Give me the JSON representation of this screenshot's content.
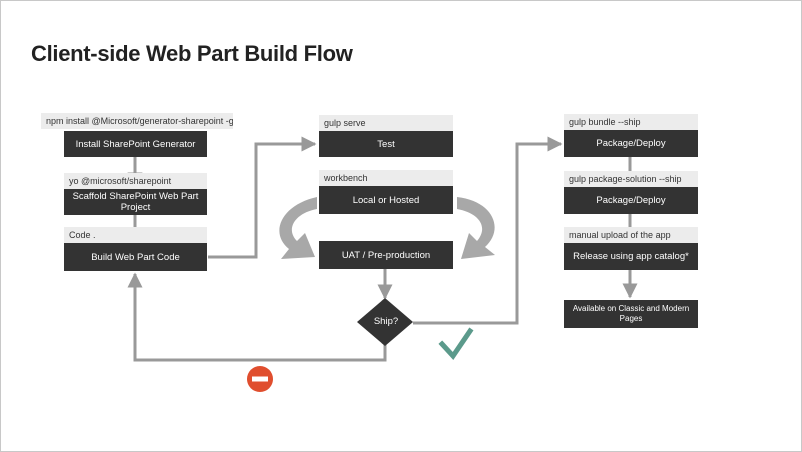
{
  "title": "Client-side Web Part Build Flow",
  "steps": {
    "install_cmd": "npm install @Microsoft/generator-sharepoint -g",
    "install": "Install SharePoint Generator",
    "scaffold_cmd": "yo @microsoft/sharepoint",
    "scaffold": "Scaffold SharePoint Web Part Project",
    "code_cmd": "Code .",
    "build": "Build Web Part Code",
    "serve_cmd": "gulp serve",
    "test": "Test",
    "workbench_cmd": "workbench",
    "local": "Local or Hosted",
    "uat": "UAT / Pre-production",
    "ship": "Ship?",
    "bundle_cmd": "gulp bundle --ship",
    "package1": "Package/Deploy",
    "package_cmd": "gulp package-solution --ship",
    "package2": "Package/Deploy",
    "upload_cmd": "manual upload of the app",
    "release": "Release using app catalog*",
    "available": "Available on Classic and Modern Pages"
  },
  "icons": {
    "reject": "minus-circle-icon",
    "approve": "checkmark-icon"
  },
  "colors": {
    "box": "#333333",
    "command_bg": "#ececec",
    "connector": "#999999",
    "reject": "#e04e2e",
    "approve": "#5b9a8b"
  }
}
